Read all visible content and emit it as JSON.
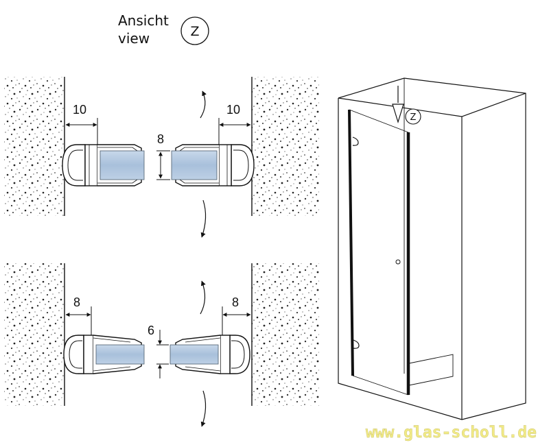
{
  "header": {
    "title_de": "Ansicht",
    "title_en": "view",
    "view_marker": "Z"
  },
  "top_section": {
    "left_width": "10",
    "right_width": "10",
    "glass_thickness": "8"
  },
  "bottom_section": {
    "left_width": "8",
    "right_width": "8",
    "glass_thickness": "6"
  },
  "shower": {
    "view_marker": "Z"
  },
  "watermark": "www.glas-scholl.de",
  "colors": {
    "glass": "#a9c2dc",
    "glass_light": "#dbe6f1",
    "wall_dots": "#333333",
    "profile": "#ffffff",
    "watermark": "#f1ea86"
  }
}
